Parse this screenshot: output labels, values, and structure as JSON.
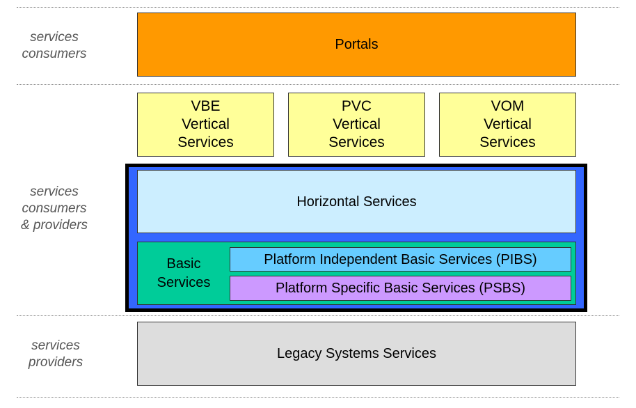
{
  "layers": {
    "consumers_label": "services\nconsumers",
    "consumers_providers_label": "services\nconsumers\n& providers",
    "providers_label": "services\nproviders"
  },
  "boxes": {
    "portals": "Portals",
    "vbe": "VBE\nVertical\nServices",
    "pvc": "PVC\nVertical\nServices",
    "vom": "VOM\nVertical\nServices",
    "horizontal": "Horizontal Services",
    "basic": "Basic\nServices",
    "pibs": "Platform Independent Basic Services (PIBS)",
    "psbs": "Platform Specific Basic Services (PSBS)",
    "legacy": "Legacy Systems Services"
  },
  "colors": {
    "portals": "#ff9900",
    "vertical": "#ffff99",
    "frame": "#3366ff",
    "horizontal": "#cceeff",
    "basic": "#00cc99",
    "pibs": "#66ccff",
    "psbs": "#cc99ff",
    "legacy": "#dddddd"
  }
}
